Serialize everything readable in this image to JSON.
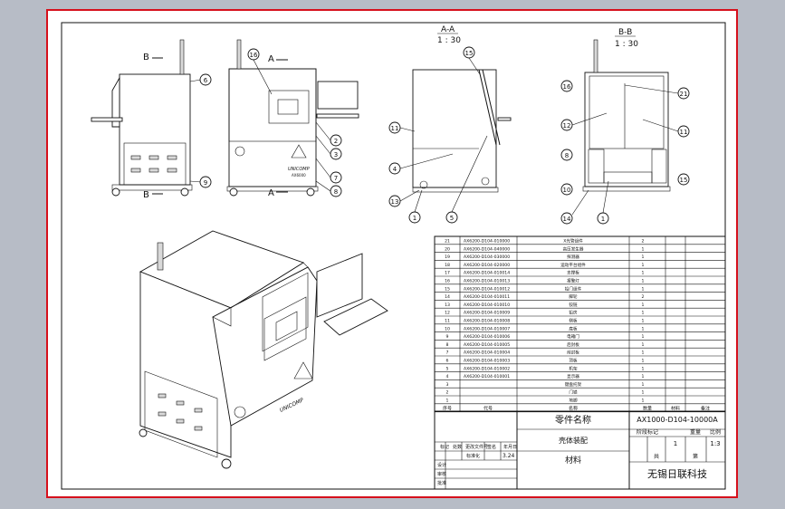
{
  "drawing": {
    "colors": {
      "background": "#b7bcc6",
      "sheet": "#ffffff",
      "outer_frame": "#d6101c",
      "line": "#111111"
    },
    "section_a": {
      "name": "A-A",
      "scale": "1 : 30",
      "cut_label": "A"
    },
    "section_b": {
      "name": "B-B",
      "scale": "1 : 30",
      "cut_label": "B"
    },
    "balloons": {
      "front": [
        "16"
      ],
      "left": [
        "6",
        "9"
      ],
      "right": [
        "2",
        "3",
        "7",
        "8"
      ],
      "section_a": [
        "15",
        "11",
        "4",
        "13",
        "1",
        "5"
      ],
      "section_b": [
        "16",
        "21",
        "12",
        "11",
        "8",
        "10",
        "15",
        "14",
        "1"
      ]
    },
    "bom": {
      "rows": [
        [
          "21",
          "AX6200-D104-010000",
          "X光管组件",
          "2"
        ],
        [
          "20",
          "AX6200-D104-040000",
          "高压发生器",
          "1"
        ],
        [
          "19",
          "AX6200-D104-030000",
          "探测器",
          "1"
        ],
        [
          "18",
          "AX6200-D104-020000",
          "运动平台组件",
          "1"
        ],
        [
          "17",
          "AX6200-D104-010014",
          "支撑板",
          "1"
        ],
        [
          "16",
          "AX6200-D104-010013",
          "报警灯",
          "1"
        ],
        [
          "15",
          "AX6200-D104-010012",
          "铅门组件",
          "1"
        ],
        [
          "14",
          "AX6200-D104-010011",
          "脚轮",
          "2"
        ],
        [
          "13",
          "AX6200-D104-010010",
          "铰链",
          "1"
        ],
        [
          "12",
          "AX6200-D104-010009",
          "铅房",
          "1"
        ],
        [
          "11",
          "AX6200-D104-010008",
          "侧板",
          "1"
        ],
        [
          "10",
          "AX6200-D104-010007",
          "底板",
          "1"
        ],
        [
          "9",
          "AX6200-D104-010006",
          "电箱门",
          "1"
        ],
        [
          "8",
          "AX6200-D104-010005",
          "后封板",
          "1"
        ],
        [
          "7",
          "AX6200-D104-010004",
          "前封板",
          "1"
        ],
        [
          "6",
          "AX6200-D104-010003",
          "顶板",
          "1"
        ],
        [
          "5",
          "AX6200-D104-010002",
          "机架",
          "1"
        ],
        [
          "4",
          "AX6200-D104-010001",
          "显示器",
          "1"
        ],
        [
          "3",
          "",
          "键盘托架",
          "1"
        ],
        [
          "2",
          "",
          "门锁",
          "1"
        ],
        [
          "1",
          "",
          "地脚",
          "1"
        ]
      ],
      "header": {
        "seq": "序号",
        "code": "代号",
        "name": "名称",
        "qty": "数量",
        "material": "材料",
        "remark": "备注"
      }
    },
    "title_block": {
      "part_name_label": "零件名称",
      "drawing_no": "AX1000-D104-10000A",
      "assembly_name": "壳体装配",
      "material_label": "材料",
      "company": "无锡日联科技",
      "scale": "1:3",
      "sheet_count": "1",
      "change_row": [
        "标记",
        "处数",
        "分区",
        "更改文件号",
        "签名",
        "年月日"
      ],
      "designer": "设计",
      "checker": "审核",
      "approver": "批准",
      "std": "标准化",
      "date": "3.24",
      "weight_label": "重量",
      "ratio_label": "比例",
      "sheet_label": "共",
      "page_label": "第",
      "stage_label": "阶段标记"
    },
    "machine_marks": {
      "brand": "UNICOMP",
      "model": "AX6000"
    }
  }
}
